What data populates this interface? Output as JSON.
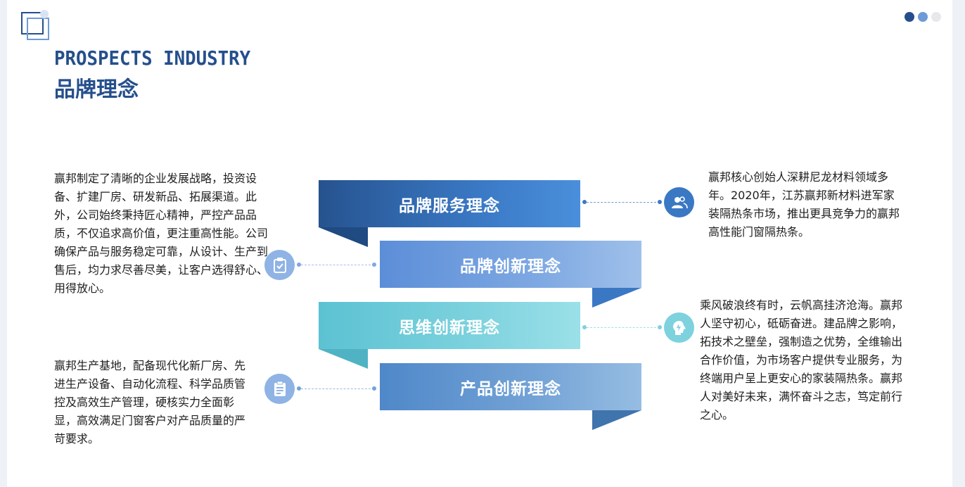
{
  "header": {
    "title_en": "PROSPECTS INDUSTRY",
    "title_cn": "品牌理念"
  },
  "banners": [
    {
      "label": "品牌服务理念",
      "color": "#2f63a8"
    },
    {
      "label": "品牌创新理念",
      "color": "#7ea8e2"
    },
    {
      "label": "思维创新理念",
      "color": "#7dd2de"
    },
    {
      "label": "产品创新理念",
      "color": "#74a3d6"
    }
  ],
  "paragraphs": {
    "top_left": "赢邦制定了清晰的企业发展战略，投资设备、扩建厂房、研发新品、拓展渠道。此外，公司始终秉持匠心精神，严控产品品质，不仅追求高价值，更注重高性能。公司确保产品与服务稳定可靠，从设计、生产到售后，均力求尽善尽美，让客户选得舒心、用得放心。",
    "bottom_left": "赢邦生产基地，配备现代化新厂房、先进生产设备、自动化流程、科学品质管控及高效生产管理，硬核实力全面彰显，高效满足门窗客户对产品质量的严苛要求。",
    "top_right": "赢邦核心创始人深耕尼龙材料领域多年。2020年，江苏赢邦新材料进军家装隔热条市场，推出更具竞争力的赢邦高性能门窗隔热条。",
    "bottom_right": "乘风破浪终有时，云帆高挂济沧海。赢邦人坚守初心，砥砺奋进。建品牌之影响，拓技术之壁垒，强制造之优势，全维输出合作价值，为市场客户提供专业服务，为终端用户呈上更安心的家装隔热条。赢邦人对美好未来，满怀奋斗之志，笃定前行之心。"
  },
  "icons": {
    "top_right": "users-icon",
    "mid_left": "clipboard-check-icon",
    "mid_right": "lightbulb-head-icon",
    "bottom_left": "document-list-icon"
  },
  "pager": {
    "dots": [
      "#254f8c",
      "#6e9bd6",
      "#e6e8ec"
    ]
  }
}
